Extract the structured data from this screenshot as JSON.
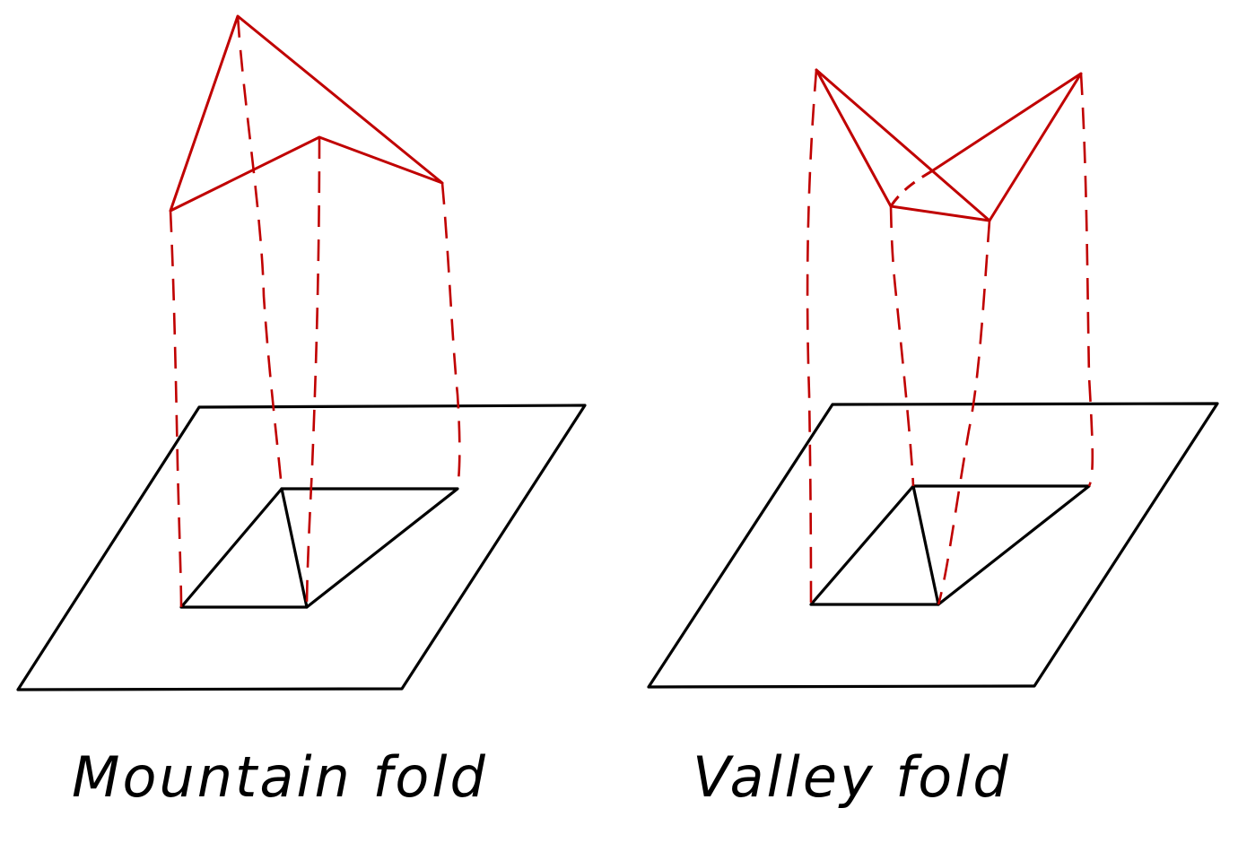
{
  "colors": {
    "background": "#ffffff",
    "base_lines": "#000000",
    "folded_lines": "#c00000"
  },
  "diagrams": [
    {
      "id": "mountain",
      "caption": "Mountain fold",
      "icon": "mountain-fold-diagram"
    },
    {
      "id": "valley",
      "caption": "Valley fold",
      "icon": "valley-fold-diagram"
    }
  ]
}
